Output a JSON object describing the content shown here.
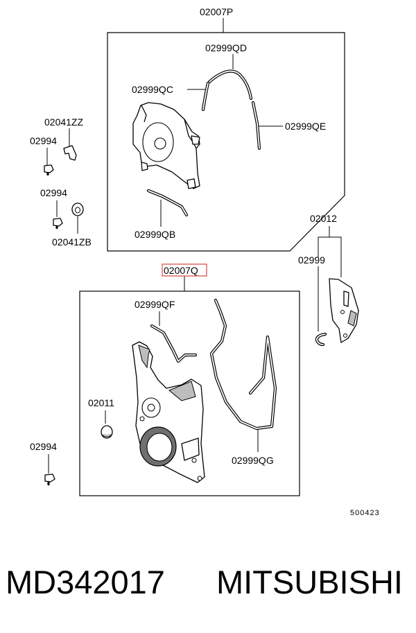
{
  "diagram": {
    "labels": {
      "upper_cover_assy": "02007P",
      "seal_qd": "02999QD",
      "seal_qc": "02999QC",
      "seal_qe": "02999QE",
      "seal_qb": "02999QB",
      "clip_zz": "02041ZZ",
      "bolt_upper": "02994",
      "bolt_mid": "02994",
      "clip_zb": "02041ZB",
      "lower_cover_assy": "02007Q",
      "seal_qf": "02999QF",
      "plug": "02011",
      "bolt_lower": "02994",
      "seal_qg": "02999QG",
      "bracket": "02012",
      "bracket_seal": "02999"
    },
    "highlight_color": "#d9534f",
    "diagram_number": "500423"
  },
  "caption": {
    "part_number": "MD342017",
    "brand": "MITSUBISHI"
  }
}
